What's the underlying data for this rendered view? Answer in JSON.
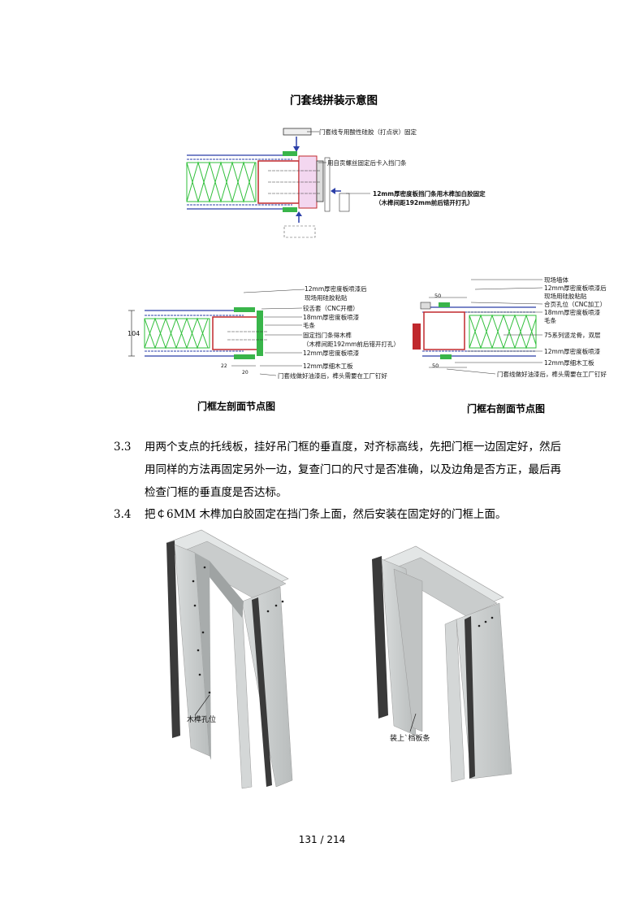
{
  "title": "门套线拼装示意图",
  "top_diagram": {
    "labels": [
      "门套线专用酸性硅胶（打点状）固定",
      "用自贡螺丝固定后卡入挡门条",
      "12mm厚密度板挡门条用木榫加白胶固定",
      "（木榫间距192mm前后错开打孔）"
    ]
  },
  "left_section": {
    "caption": "门框左剖面节点图",
    "dimension": "104",
    "dim_small_1": "22",
    "dim_small_2": "20",
    "labels": [
      "12mm厚密度板喷漆后",
      "现场用硅胶粘贴",
      "铰舌套（CNC开槽）",
      "18mm厚密度板喷漆",
      "毛条",
      "固定挡门条得木榫",
      "（木榫间距192mm前后错开打孔）",
      "12mm厚密度板喷漆",
      "12mm厚细木工板",
      "门套线做好油漆后，榫头需要在工厂钉好"
    ]
  },
  "right_section": {
    "caption": "门框右剖面节点图",
    "dim_top": "50",
    "dim_bottom": "50",
    "labels": [
      "现场墙体",
      "12mm厚密度板喷漆后",
      "现场用硅胶粘贴",
      "合页孔位（CNC加工）",
      "18mm厚密度板喷漆",
      "毛条",
      "75系列竖龙骨，双层",
      "12mm厚密度板喷漆",
      "12mm厚细木工板",
      "门套线做好油漆后，榫头需要在工厂钉好"
    ]
  },
  "paragraphs": [
    {
      "num": "3.3",
      "lines": [
        "用两个支点的托线板，挂好吊门框的垂直度，对齐标高线，先把门框一边固定好，然后",
        "用同样的方法再固定另外一边，复查门口的尺寸是否准确，以及边角是否方正，最后再",
        "检查门框的垂直度是否达标。"
      ]
    },
    {
      "num": "3.4",
      "lines": [
        "把￠6MM 木榫加白胶固定在挡门条上面，然后安装在固定好的门框上面。"
      ]
    }
  ],
  "frame_labels": {
    "left": "木榫孔位",
    "right": "装上`档板条"
  },
  "page_number": "131 / 214",
  "colors": {
    "insulation_green": "#2fbf3a",
    "board_blue": "#2b3fa8",
    "accent_red": "#c0282d",
    "trim_green": "#39b54a"
  }
}
